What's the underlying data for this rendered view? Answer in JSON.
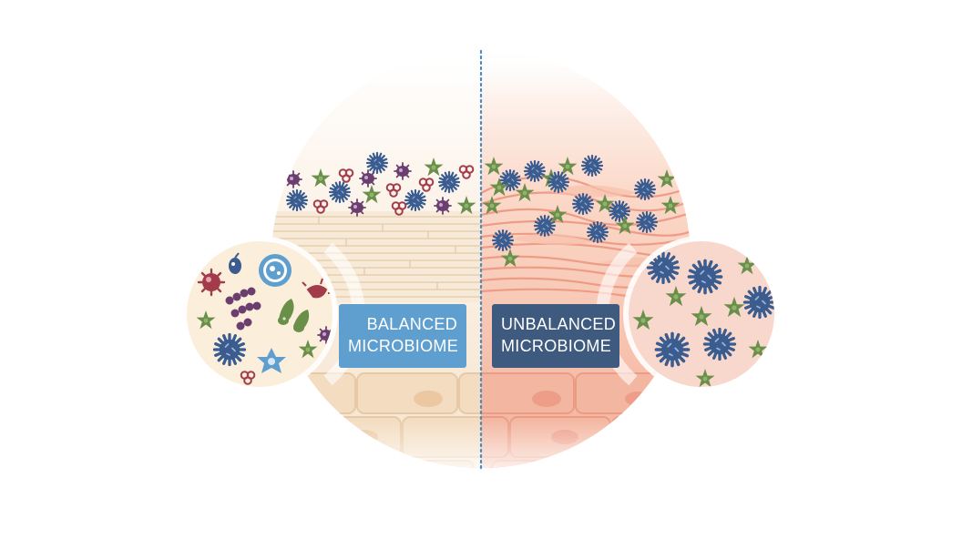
{
  "labels": {
    "balanced": {
      "line1": "BALANCED",
      "line2": "MICROBIOME"
    },
    "unbalanced": {
      "line1": "UNBALANCED",
      "line2": "MICROBIOME"
    }
  },
  "colors": {
    "balanced_label": "#5f9fcf",
    "unbalanced_label": "#3e5a7e",
    "divider": "#4a8cc4",
    "healthy_skin": "#f6e7d3",
    "inflamed_skin": "#f3b39c",
    "blue_microbe": "#3b5c8f",
    "green_microbe": "#6a8f4a",
    "purple_microbe": "#6a3f6f",
    "red_microbe": "#a23c4a"
  },
  "icons": {
    "balanced_microbes": [
      "spiky-blue-microbe",
      "green-star-microbe",
      "purple-spiky-microbe",
      "red-cluster-microbe",
      "purple-chain-microbe",
      "green-club-microbe",
      "blue-ring-microbe",
      "blue-star-microbe"
    ],
    "unbalanced_microbes": [
      "spiky-blue-microbe",
      "green-star-microbe"
    ]
  }
}
